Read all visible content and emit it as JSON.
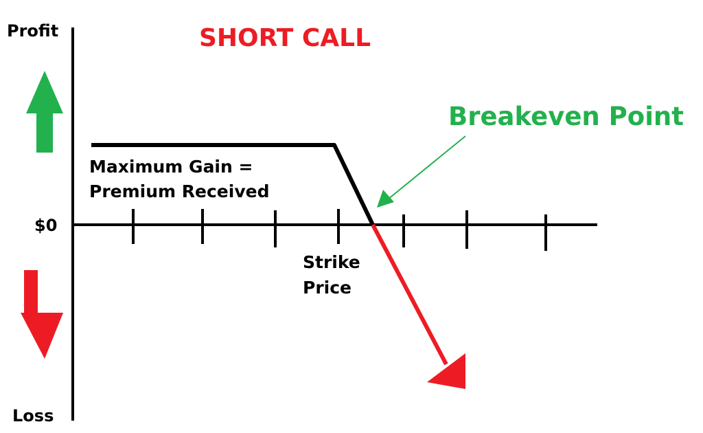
{
  "title": "SHORT CALL",
  "axis": {
    "y_top_label": "Profit",
    "y_bottom_label": "Loss",
    "zero_label": "$0"
  },
  "annotations": {
    "max_gain_line1": "Maximum Gain =",
    "max_gain_line2": "Premium Received",
    "strike_line1": "Strike",
    "strike_line2": "Price",
    "breakeven": "Breakeven Point"
  },
  "colors": {
    "profit": "#22b14c",
    "loss": "#ed1c24",
    "line": "#000000"
  }
}
